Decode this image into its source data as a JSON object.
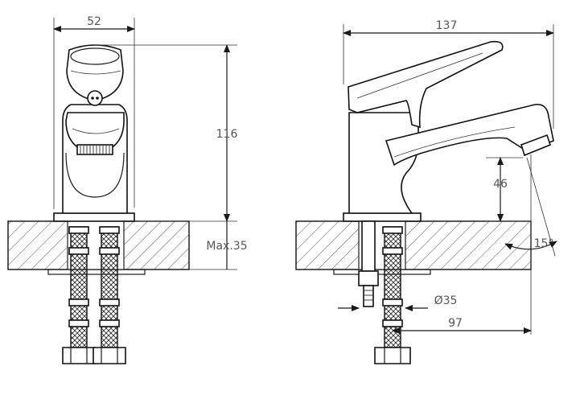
{
  "dimensions": {
    "front_width": "52",
    "height": "116",
    "max_thickness": "Max.35",
    "side_length": "137",
    "spout_height": "46",
    "angle": "15°",
    "hole_diameter": "Ø35",
    "reach": "97"
  },
  "colors": {
    "line": "#111111",
    "dimension_text": "#555555",
    "hatch": "#444444",
    "background": "#ffffff"
  }
}
